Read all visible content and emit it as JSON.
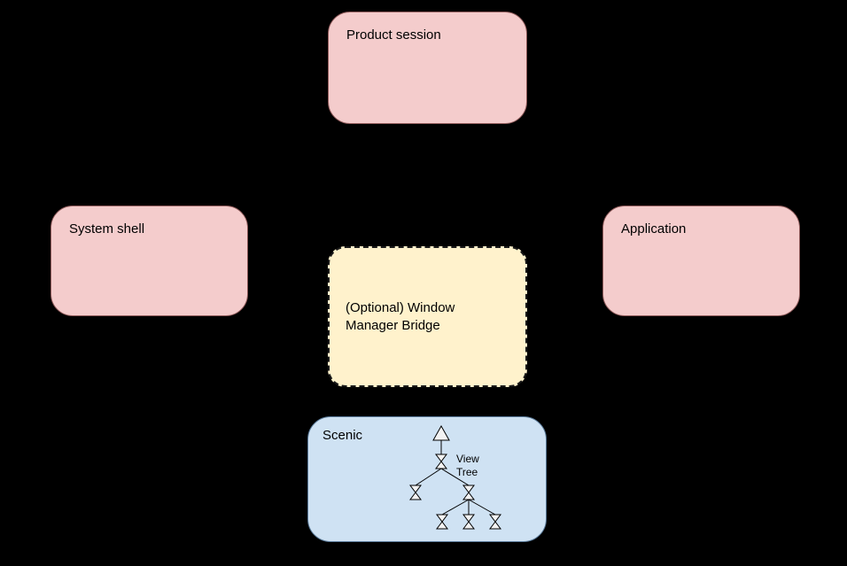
{
  "diagram": {
    "background_color": "#000000",
    "nodes": {
      "product_session": {
        "label": "Product session",
        "fill_color": "#f4cccc"
      },
      "system_shell": {
        "label": "System shell",
        "fill_color": "#f4cccc"
      },
      "application": {
        "label": "Application",
        "fill_color": "#f4cccc"
      },
      "window_manager_bridge": {
        "label": "(Optional) Window Manager Bridge",
        "fill_color": "#fff2cc",
        "border_style": "dashed"
      },
      "scenic": {
        "label": "Scenic",
        "fill_color": "#cfe2f3",
        "tree_label": "View Tree"
      }
    }
  }
}
